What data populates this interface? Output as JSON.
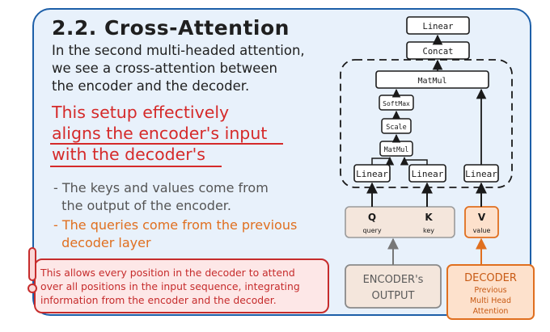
{
  "slide": {
    "title": "2.2. Cross-Attention",
    "intro": [
      "In the second multi-headed attention,",
      "we see a cross-attention between",
      "the encoder and the decoder."
    ],
    "highlight": [
      "This setup effectively",
      "aligns the encoder's input",
      "with the decoder's"
    ],
    "bullets": [
      {
        "lines": [
          "- The keys and values come from",
          "  the output of the encoder."
        ]
      },
      {
        "lines": [
          "- The queries come from the previous",
          "  decoder layer"
        ]
      }
    ],
    "note": [
      "This allows every position in the decoder to attend",
      "over all positions in the input sequence, integrating",
      "information from the encoder and the decoder."
    ]
  },
  "diagram": {
    "top_linear": "Linear",
    "concat": "Concat",
    "matmul_wide": "MatMul",
    "softmax": "SoftMax",
    "scale": "Scale",
    "matmul_small": "MatMul",
    "linear_q": "Linear",
    "linear_k": "Linear",
    "linear_v": "Linear",
    "q_letter": "Q",
    "q_word": "query",
    "k_letter": "K",
    "k_word": "key",
    "v_letter": "V",
    "v_word": "value",
    "encoder_output": [
      "ENCODER's",
      "OUTPUT"
    ],
    "decoder": {
      "title": "DECODER",
      "sub": [
        "Previous",
        "Multi Head",
        "Attention"
      ]
    }
  },
  "colors": {
    "panel_bg": "#e8f1fb",
    "panel_border": "#1d5fa8",
    "highlight_red": "#d52a2a",
    "bullet_orange": "#e06f1f",
    "encoder_bg": "#f4e6dc",
    "decoder_bg": "#fde1cc"
  }
}
